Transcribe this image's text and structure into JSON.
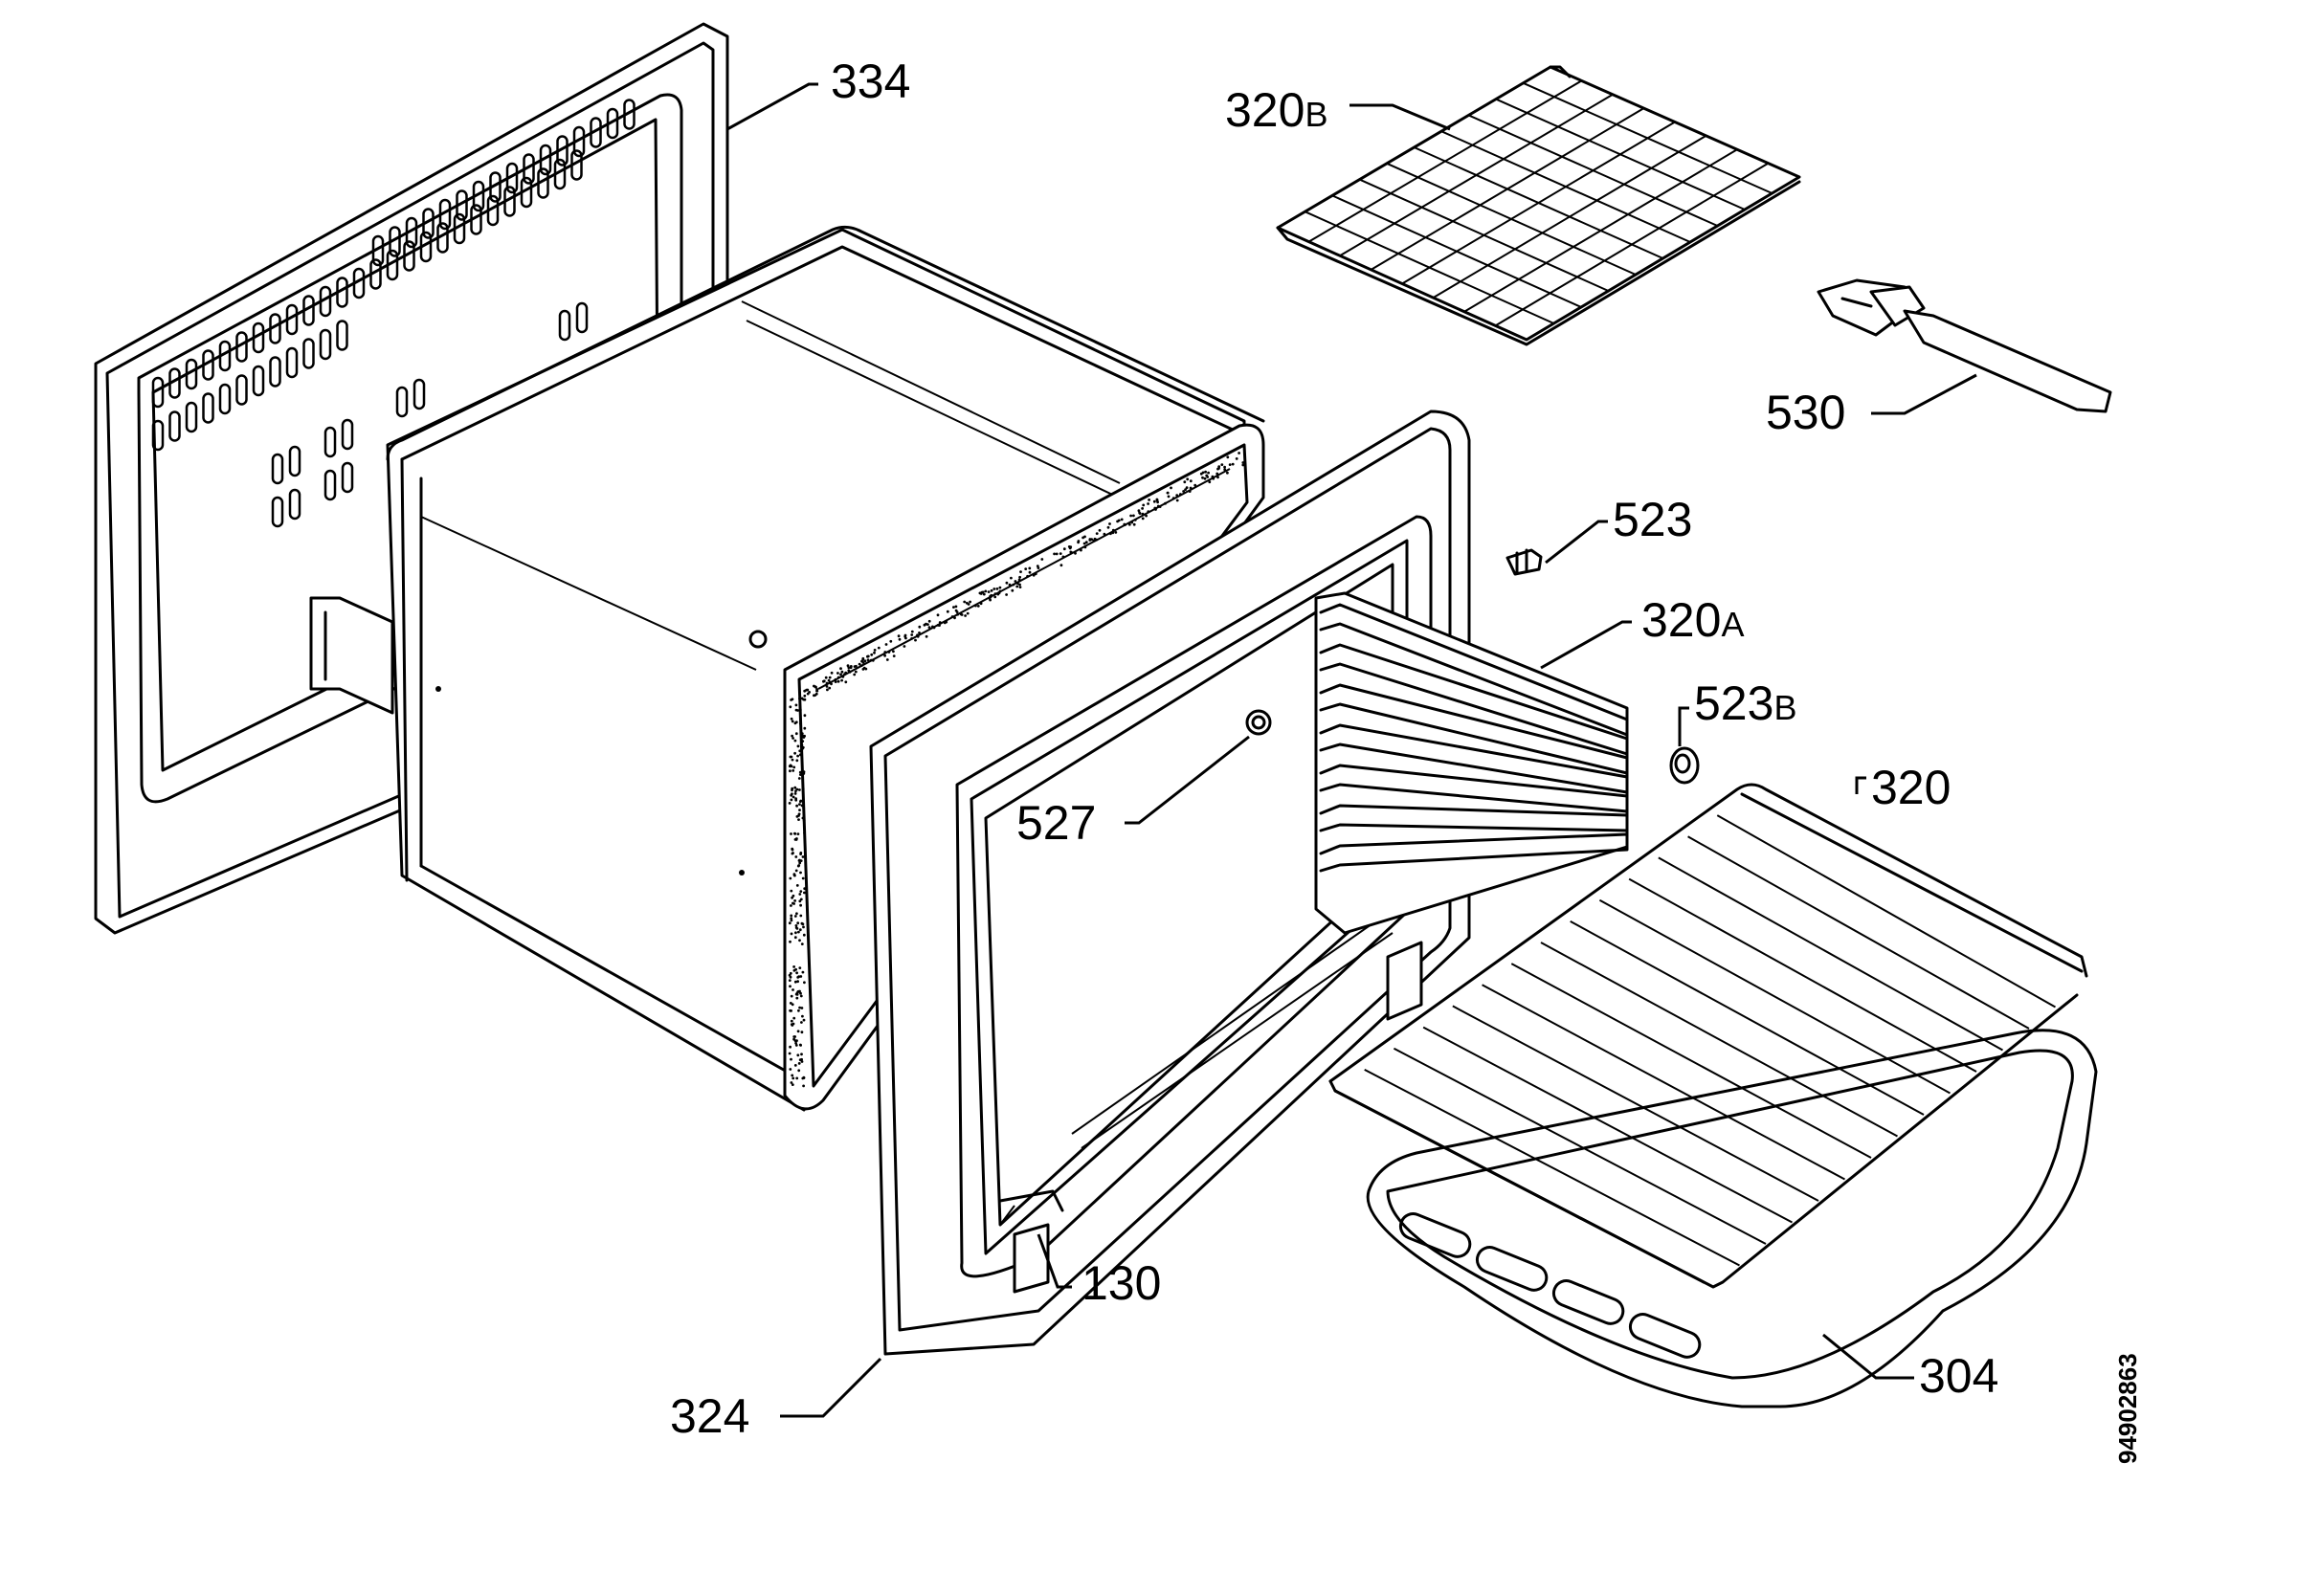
{
  "labels": {
    "p334": "334",
    "p320b_num": "320",
    "p320b_suf": "B",
    "p530": "530",
    "p523": "523",
    "p320a_num": "320",
    "p320a_suf": "A",
    "p523b_num": "523",
    "p523b_suf": "B",
    "p320": "320",
    "p527": "527",
    "p130": "130",
    "p324": "324",
    "p304": "304"
  },
  "document_id": "94902863",
  "colors": {
    "line": "#000000",
    "background": "#ffffff"
  }
}
